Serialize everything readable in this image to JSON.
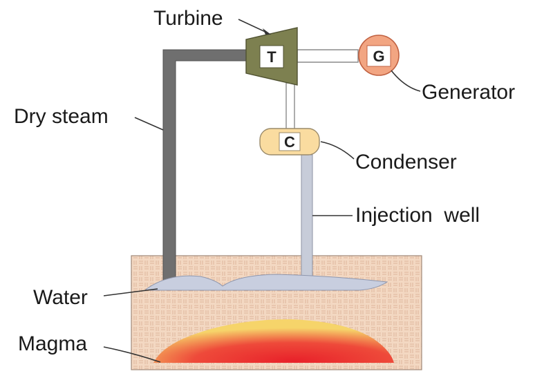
{
  "labels": {
    "turbine": "Turbine",
    "generator": "Generator",
    "dry_steam": "Dry steam",
    "condenser": "Condenser",
    "injection_well": "Injection  well",
    "water": "Water",
    "magma": "Magma"
  },
  "components": {
    "turbine_symbol": "T",
    "generator_symbol": "G",
    "condenser_symbol": "C"
  },
  "colors": {
    "steam_pipe": "#6f6f6f",
    "injection_pipe": "#c7ccd9",
    "turbine": "#7d8050",
    "generator": "#f2a582",
    "condenser": "#fadca0",
    "ground": "#f3d8c2",
    "magma_core": "#e8222a",
    "magma_edge": "#f6d46a"
  }
}
